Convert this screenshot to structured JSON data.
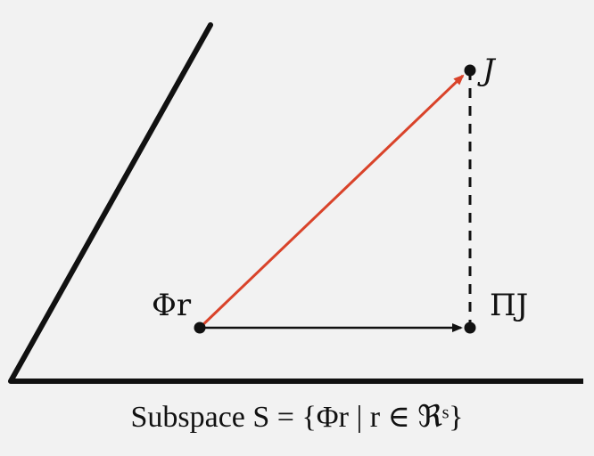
{
  "labels": {
    "phi_r": "Φr",
    "j": "J",
    "pi_j": "ΠJ"
  },
  "caption": "Subspace S = {Φr | r ∈ ℜˢ}",
  "colors": {
    "background": "#f2f2f2",
    "subspace_lines": "#111111",
    "red_vector": "#d9432a",
    "black_vector": "#111111",
    "dashed_projection": "#111111",
    "points": "#111111"
  }
}
